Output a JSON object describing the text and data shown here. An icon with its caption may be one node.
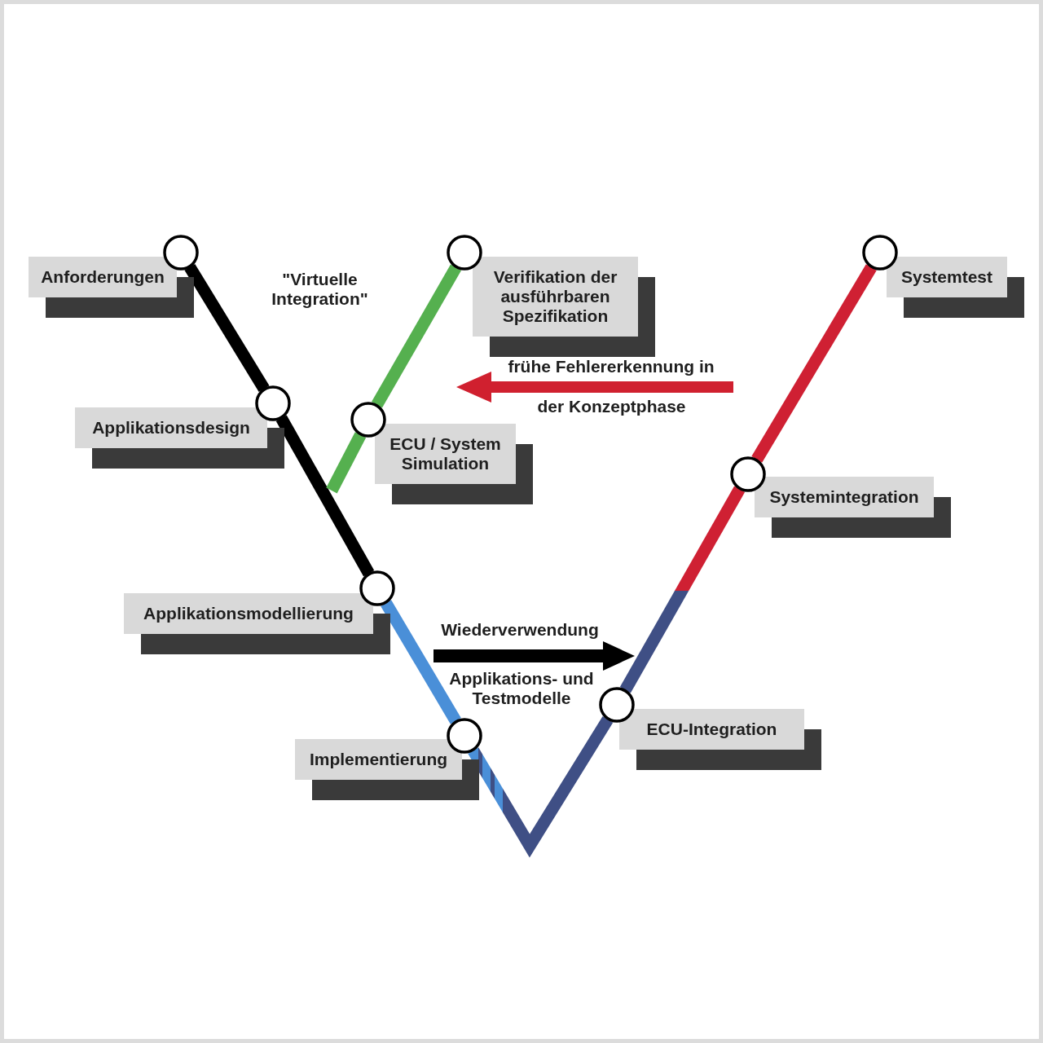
{
  "diagram": {
    "nodes": [
      {
        "text": [
          "Anforderungen"
        ]
      },
      {
        "text": [],
        "shape": "circle"
      },
      {
        "text": [],
        "shape": "circle"
      },
      {
        "text": [
          "Verifikation der ausführbaren Spezifikation"
        ]
      },
      {
        "text": [],
        "shape": "circle"
      },
      {
        "text": [
          "Systemtest"
        ]
      },
      {
        "text": [
          "Applikationsdesign"
        ]
      },
      {
        "text": [],
        "shape": "circle"
      },
      {
        "text": [],
        "shape": "circle"
      },
      {
        "text": [
          "ECU / System Simulation"
        ]
      },
      {
        "text": [],
        "shape": "circle"
      },
      {
        "text": [
          "Systemintegration"
        ]
      },
      {
        "text": [
          "Applikationsmodellierung"
        ]
      },
      {
        "text": [],
        "shape": "circle"
      },
      {
        "text": [],
        "shape": "circle"
      },
      {
        "text": [
          "ECU-Integration"
        ]
      },
      {
        "text": [
          "Implementierung"
        ]
      },
      {
        "text": [],
        "shape": "circle"
      }
    ],
    "edges": [
      {
        "from": 1,
        "to": 7,
        "arrow": "none",
        "color": "#000000"
      },
      {
        "from": 7,
        "to": 13,
        "arrow": "none",
        "color": "#000000"
      },
      {
        "from": 13,
        "to": 17,
        "arrow": "none",
        "color": "#4a8fd8"
      },
      {
        "from": 17,
        "to": 14,
        "arrow": "none",
        "color": "#3f4f85"
      },
      {
        "from": 14,
        "to": 10,
        "arrow": "none",
        "color": "#cf2033"
      },
      {
        "from": 10,
        "to": 4,
        "arrow": "none",
        "color": "#cf2033"
      },
      {
        "from": null,
        "to": 8,
        "arrow": "none",
        "color": "#55b04f"
      },
      {
        "from": 8,
        "to": 2,
        "arrow": "none",
        "color": "#55b04f"
      }
    ],
    "labels": [
      "\"Virtuelle Integration\"",
      "frühe Fehlererkennung in",
      "der Konzeptphase",
      "Wiederverwendung",
      "Applikations- und Testmodelle"
    ]
  }
}
